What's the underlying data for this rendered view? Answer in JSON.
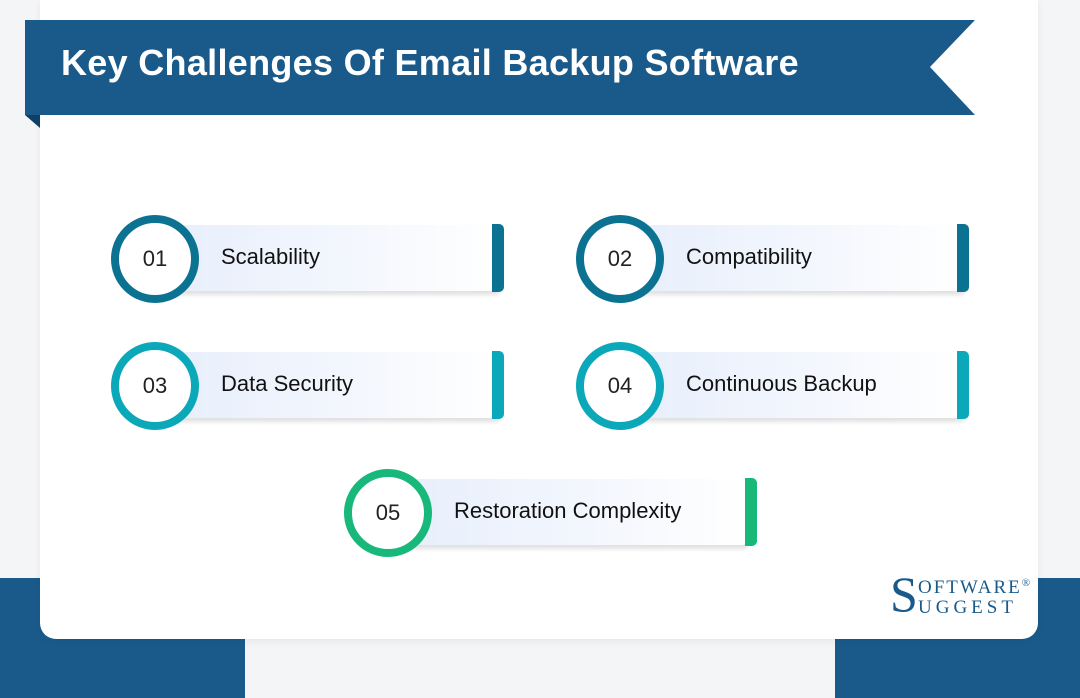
{
  "header": {
    "title": "Key Challenges Of Email Backup Software"
  },
  "colors": {
    "ribbon": "#1a5a8a",
    "ribbon_fold": "#0e3f66",
    "dark_teal": "#0b7391",
    "teal": "#0aa8b8",
    "green": "#17b87a"
  },
  "items": [
    {
      "number": "01",
      "label": "Scalability",
      "color": "#0b7391"
    },
    {
      "number": "02",
      "label": "Compatibility",
      "color": "#0b7391"
    },
    {
      "number": "03",
      "label": "Data Security",
      "color": "#0aa8b8"
    },
    {
      "number": "04",
      "label": "Continuous Backup",
      "color": "#0aa8b8"
    },
    {
      "number": "05",
      "label": "Restoration Complexity",
      "color": "#17b87a"
    }
  ],
  "logo": {
    "initial": "S",
    "line1": "OFTWARE",
    "registered": "®",
    "line2": "UGGEST"
  }
}
